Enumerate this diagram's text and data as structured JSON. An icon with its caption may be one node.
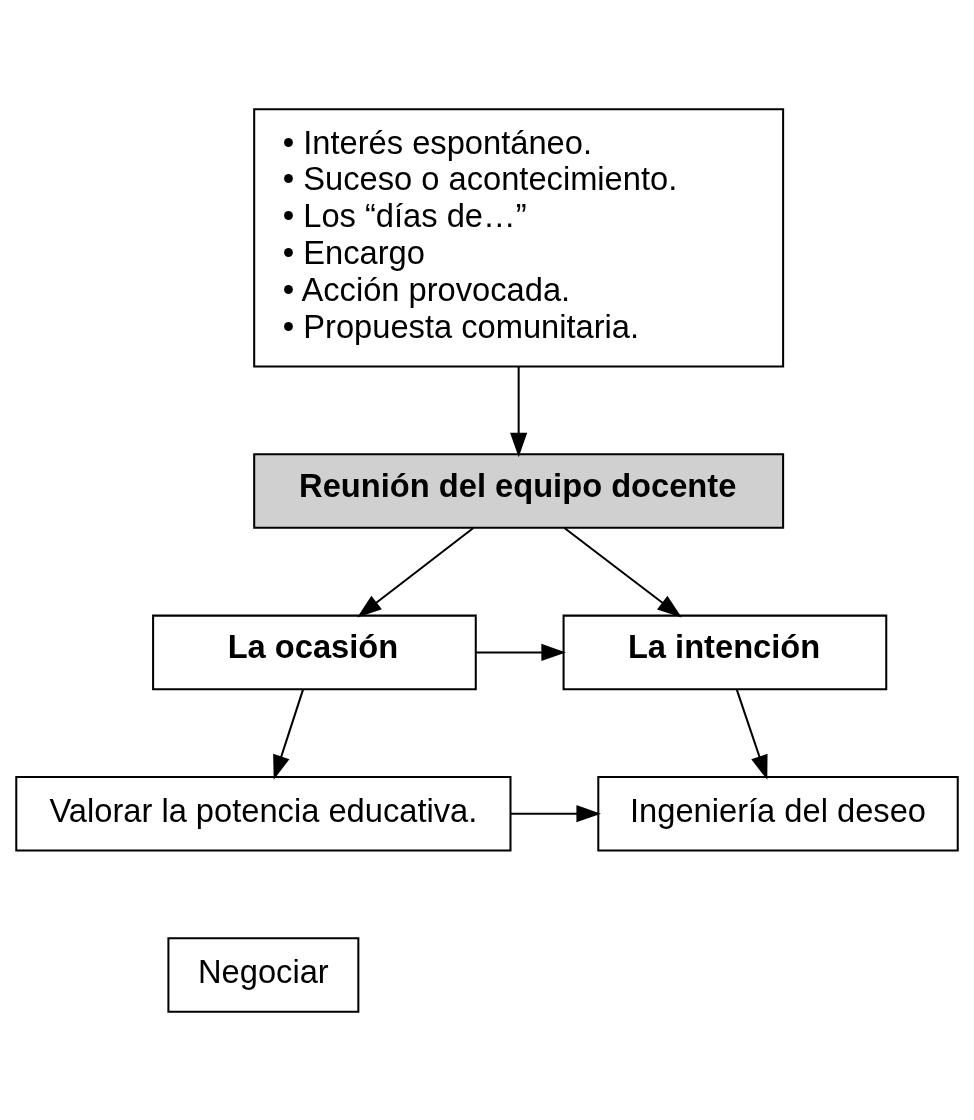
{
  "diagram": {
    "nodes": [
      {
        "text": [
          "• Interés espontáneo.",
          "• Suceso o acontecimiento.",
          "• Los “días de…”",
          "• Encargo",
          "• Acción provocada.",
          "• Propuesta comunitaria."
        ]
      },
      {
        "text": [
          "Reunión del equipo docente"
        ]
      },
      {
        "text": [
          "La ocasión"
        ]
      },
      {
        "text": [
          "La intención"
        ]
      },
      {
        "text": [
          "Valorar la potencia educativa."
        ]
      },
      {
        "text": [
          "Ingeniería del deseo"
        ]
      },
      {
        "text": [
          "Negociar"
        ]
      }
    ],
    "edges": [
      {
        "from": 0,
        "to": 1,
        "arrow": "to"
      },
      {
        "from": 1,
        "to": 2,
        "arrow": "to"
      },
      {
        "from": 1,
        "to": 3,
        "arrow": "to"
      },
      {
        "from": 2,
        "to": 3,
        "arrow": "to"
      },
      {
        "from": 2,
        "to": 4,
        "arrow": "to"
      },
      {
        "from": 3,
        "to": 5,
        "arrow": "to"
      },
      {
        "from": 4,
        "to": 5,
        "arrow": "to"
      }
    ]
  }
}
